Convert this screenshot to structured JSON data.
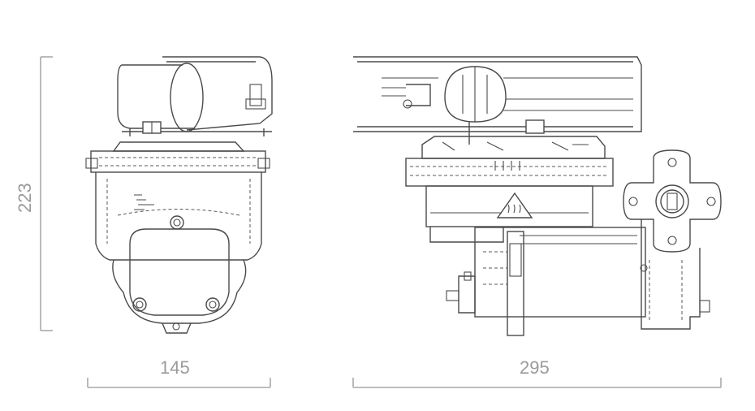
{
  "dimensions": {
    "height_label": "223",
    "front_width_label": "145",
    "side_width_label": "295"
  },
  "colors": {
    "line": "#4a4a4a",
    "dimension": "#a9a9a9",
    "background": "#ffffff"
  },
  "icons": {
    "warning_sign": "hot-surface-warning-icon"
  }
}
